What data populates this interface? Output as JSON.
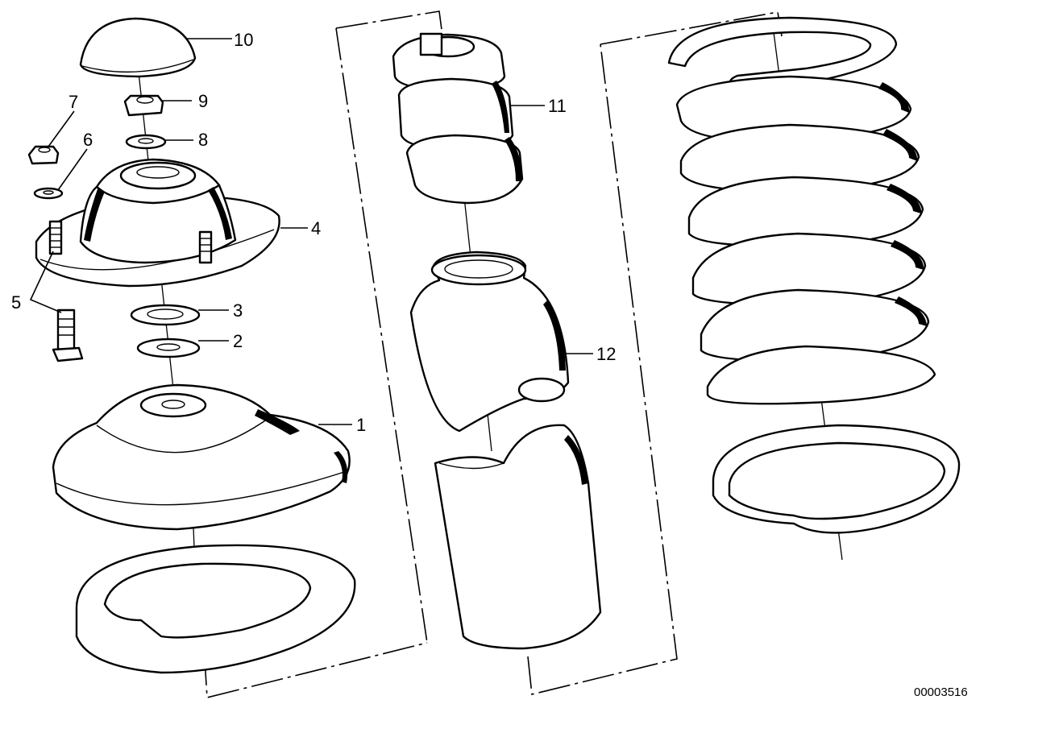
{
  "diagram": {
    "drawing_code": "00003516",
    "callouts": [
      {
        "id": "1",
        "text": "1"
      },
      {
        "id": "2",
        "text": "2"
      },
      {
        "id": "3",
        "text": "3"
      },
      {
        "id": "4",
        "text": "4"
      },
      {
        "id": "5",
        "text": "5"
      },
      {
        "id": "6",
        "text": "6"
      },
      {
        "id": "7",
        "text": "7"
      },
      {
        "id": "8",
        "text": "8"
      },
      {
        "id": "9",
        "text": "9"
      },
      {
        "id": "10",
        "text": "10"
      },
      {
        "id": "11",
        "text": "11"
      },
      {
        "id": "12",
        "text": "12"
      }
    ]
  }
}
